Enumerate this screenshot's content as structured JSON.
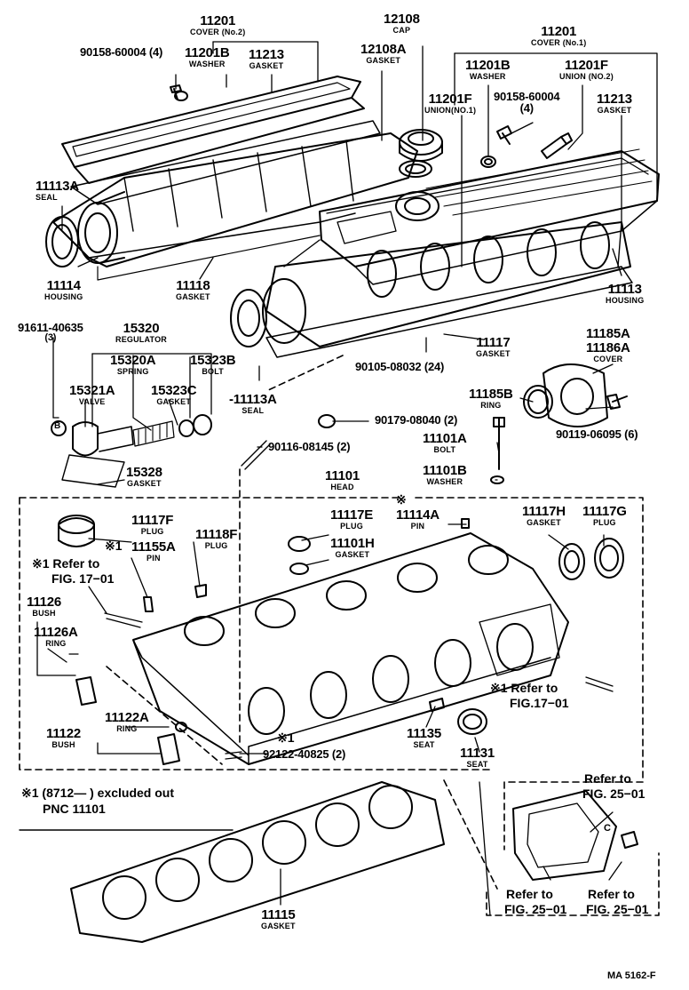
{
  "labels": {
    "cover2": {
      "num": "11201",
      "name": "COVER (No.2)"
    },
    "cap": {
      "num": "12108",
      "name": "CAP"
    },
    "cover1": {
      "num": "11201",
      "name": "COVER (No.1)"
    },
    "bolt_l": {
      "num": "90158-60004 (4)",
      "name": ""
    },
    "washer_l": {
      "num": "11201B",
      "name": "WASHER"
    },
    "gasket_lt": {
      "num": "11213",
      "name": "GASKET"
    },
    "capgasket": {
      "num": "12108A",
      "name": "GASKET"
    },
    "washer_r": {
      "num": "11201B",
      "name": "WASHER"
    },
    "union2": {
      "num": "11201F",
      "name": "UNION (NO.2)"
    },
    "union1": {
      "num": "11201F",
      "name": "UNION(NO.1)"
    },
    "bolt_r": {
      "num": "90158-60004",
      "name": "(4)"
    },
    "gasket_rt": {
      "num": "11213",
      "name": "GASKET"
    },
    "seal_l": {
      "num": "11113A",
      "name": "SEAL"
    },
    "housing_l": {
      "num": "11114",
      "name": "HOUSING"
    },
    "gasket_mid": {
      "num": "11118",
      "name": "GASKET"
    },
    "housing_r": {
      "num": "11113",
      "name": "HOUSING"
    },
    "cover_rt": {
      "num": "11185A",
      "name": ""
    },
    "cover_rt2": {
      "num": "11186A",
      "name": "COVER"
    },
    "ring_r": {
      "num": "11185B",
      "name": "RING"
    },
    "bolt_cover": {
      "num": "90119-06095 (6)",
      "name": ""
    },
    "valve_part": {
      "num": "91611-40635",
      "name": "(3)"
    },
    "regulator": {
      "num": "15320",
      "name": "REGULATOR"
    },
    "spring": {
      "num": "15320A",
      "name": "SPRING"
    },
    "bolt_reg": {
      "num": "15323B",
      "name": "BOLT"
    },
    "valve": {
      "num": "15321A",
      "name": "VALVE"
    },
    "gasket_reg": {
      "num": "15323C",
      "name": "GASKET"
    },
    "seal_c": {
      "num": "-11113A",
      "name": "SEAL"
    },
    "gasket_117": {
      "num": "11117",
      "name": "GASKET"
    },
    "bolt_24": {
      "num": "90105-08032 (24)",
      "name": ""
    },
    "nut": {
      "num": "90179-08040 (2)",
      "name": ""
    },
    "stud": {
      "num": "90116-08145 (2)",
      "name": ""
    },
    "gasket_reg2": {
      "num": "15328",
      "name": "GASKET"
    },
    "bolt_head": {
      "num": "11101A",
      "name": "BOLT"
    },
    "washer_h": {
      "num": "11101B",
      "name": "WASHER"
    },
    "head": {
      "num": "11101",
      "name": "HEAD"
    },
    "plug_f": {
      "num": "11117F",
      "name": "PLUG"
    },
    "pin_a": {
      "num": "11155A",
      "name": "PIN"
    },
    "plug_118": {
      "num": "11118F",
      "name": "PLUG"
    },
    "plug_e": {
      "num": "11117E",
      "name": "PLUG"
    },
    "pin_114": {
      "num": "11114A",
      "name": "PIN"
    },
    "gasket_h": {
      "num": "11101H",
      "name": "GASKET"
    },
    "gasket_117h": {
      "num": "11117H",
      "name": "GASKET"
    },
    "plug_g": {
      "num": "11117G",
      "name": "PLUG"
    },
    "bush_126": {
      "num": "11126",
      "name": "BUSH"
    },
    "ring_126": {
      "num": "11126A",
      "name": "RING"
    },
    "ring_122": {
      "num": "11122A",
      "name": "RING"
    },
    "bush_122": {
      "num": "11122",
      "name": "BUSH"
    },
    "seat_135": {
      "num": "11135",
      "name": "SEAT"
    },
    "seat_131": {
      "num": "11131",
      "name": "SEAT"
    },
    "stud_92": {
      "num": "92122-40825 (2)",
      "name": ""
    },
    "gasket_115": {
      "num": "11115",
      "name": "GASKET"
    }
  },
  "refs": {
    "ref1701_a": {
      "line1": "※1 Refer to",
      "line2": "FIG. 17−01"
    },
    "ref1701_b": {
      "line1": "※1 Refer to",
      "line2": "FIG.17−01"
    },
    "ref2501_a": {
      "line1": "Refer to",
      "line2": "FIG. 25−01"
    },
    "ref2501_b": {
      "line1": "Refer to",
      "line2": "FIG. 25−01"
    },
    "ref2501_c": {
      "line1": "Refer to",
      "line2": "FIG. 25−01"
    }
  },
  "markers": {
    "m_head": "※",
    "m_pin": "※1",
    "m_mid": "※1",
    "m_b": "B",
    "m_c": "C"
  },
  "footnote": {
    "line1": "※1 (8712—        ) excluded out",
    "line2": "PNC 11101"
  },
  "figure_id": "MA  5162-F"
}
